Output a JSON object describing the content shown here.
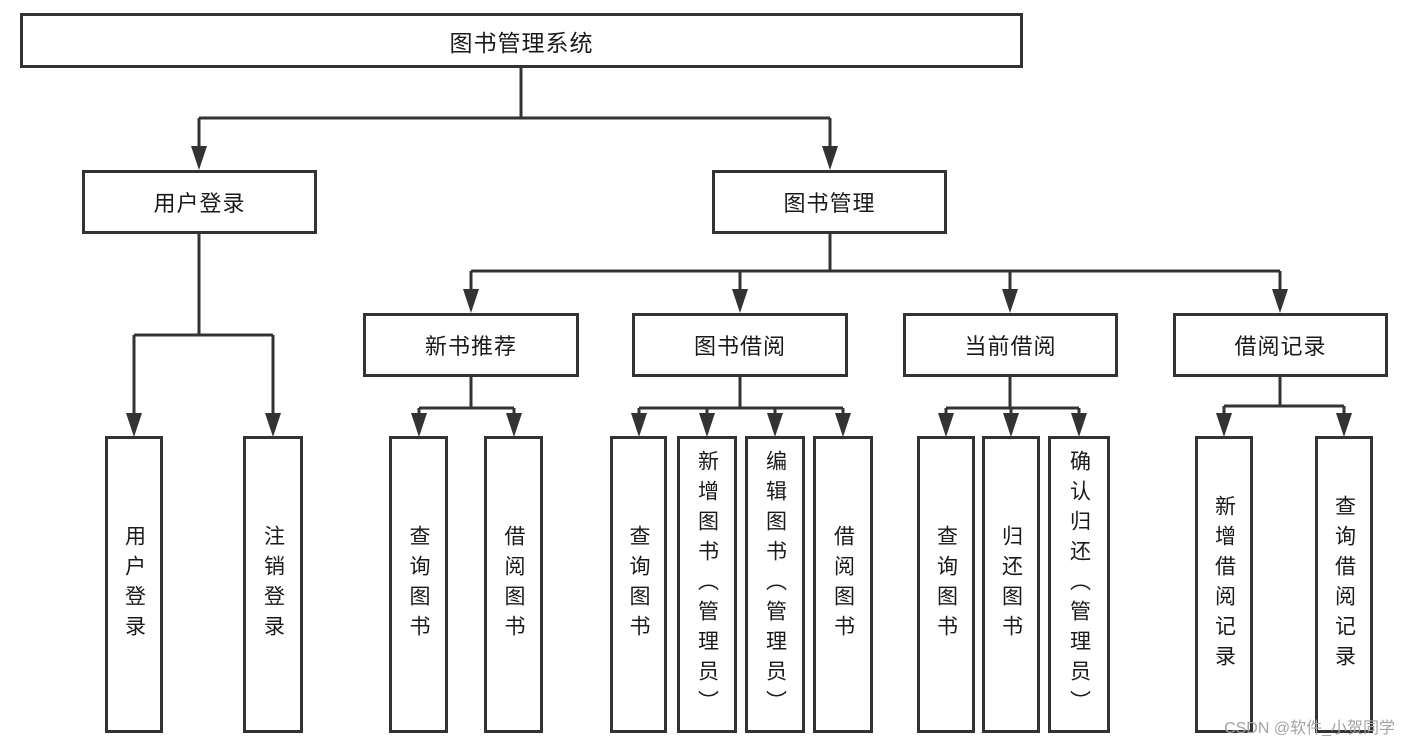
{
  "colors": {
    "line": "#333333",
    "box_border": "#333333",
    "box_background": "#ffffff",
    "text": "#1a1a1a",
    "watermark": "#a3a3a3",
    "page_background": "#ffffff"
  },
  "watermark": {
    "text": "CSDN @软件_小贺同学"
  },
  "tree": {
    "root": {
      "label": "图书管理系统"
    },
    "level2": [
      {
        "label": "用户登录",
        "children": [
          {
            "label": "用户登录"
          },
          {
            "label": "注销登录"
          }
        ]
      },
      {
        "label": "图书管理",
        "children": [
          {
            "label": "新书推荐",
            "children": [
              {
                "label": "查询图书"
              },
              {
                "label": "借阅图书"
              }
            ]
          },
          {
            "label": "图书借阅",
            "children": [
              {
                "label": "查询图书"
              },
              {
                "label": "新增图书（管理员）"
              },
              {
                "label": "编辑图书（管理员）"
              },
              {
                "label": "借阅图书"
              }
            ]
          },
          {
            "label": "当前借阅",
            "children": [
              {
                "label": "查询图书"
              },
              {
                "label": "归还图书"
              },
              {
                "label": "确认归还（管理员）"
              }
            ]
          },
          {
            "label": "借阅记录",
            "children": [
              {
                "label": "新增借阅记录"
              },
              {
                "label": "查询借阅记录"
              }
            ]
          }
        ]
      }
    ]
  }
}
